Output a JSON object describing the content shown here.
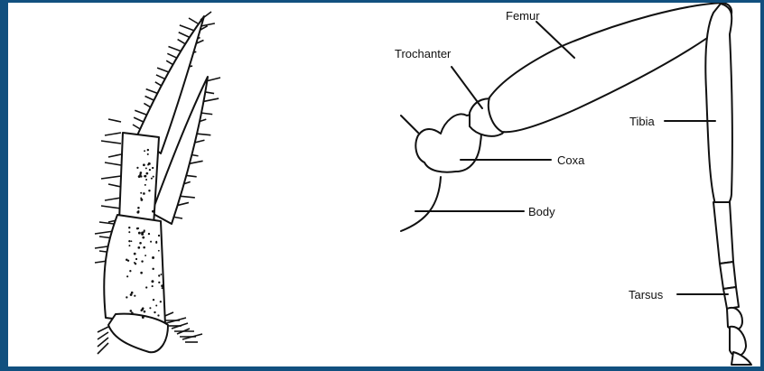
{
  "labels": {
    "femur": "Femur",
    "trochanter": "Trochanter",
    "tibia": "Tibia",
    "coxa": "Coxa",
    "body": "Body",
    "tarsus": "Tarsus"
  },
  "colors": {
    "border": "#11507f",
    "ink": "#111111",
    "background": "#ffffff"
  }
}
